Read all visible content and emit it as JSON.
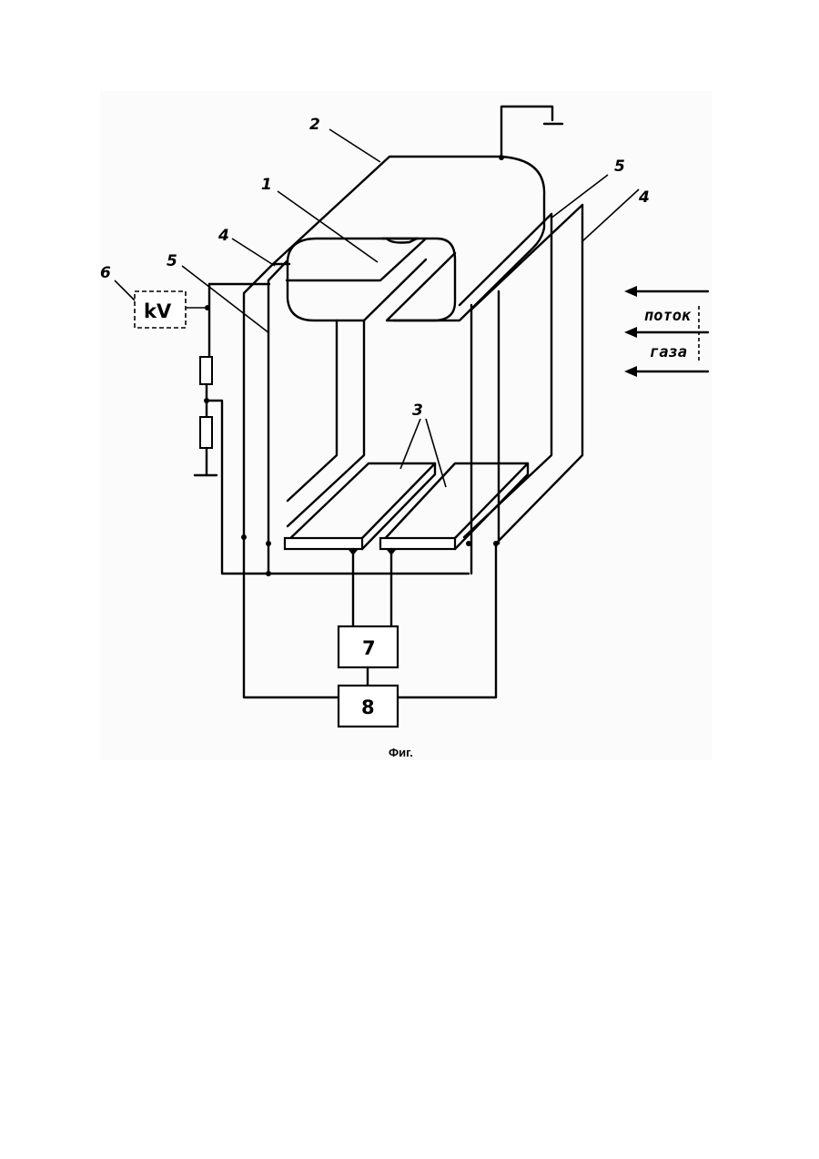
{
  "labels": {
    "n1": "1",
    "n2": "2",
    "n3": "3",
    "n4_left": "4",
    "n4_right": "4",
    "n5_left": "5",
    "n5_right": "5",
    "n6": "6"
  },
  "blocks": {
    "voltmeter": "kV",
    "block7": "7",
    "block8": "8"
  },
  "flow_text": {
    "line1": "поток",
    "line2": "газа"
  },
  "caption": "Фиг."
}
